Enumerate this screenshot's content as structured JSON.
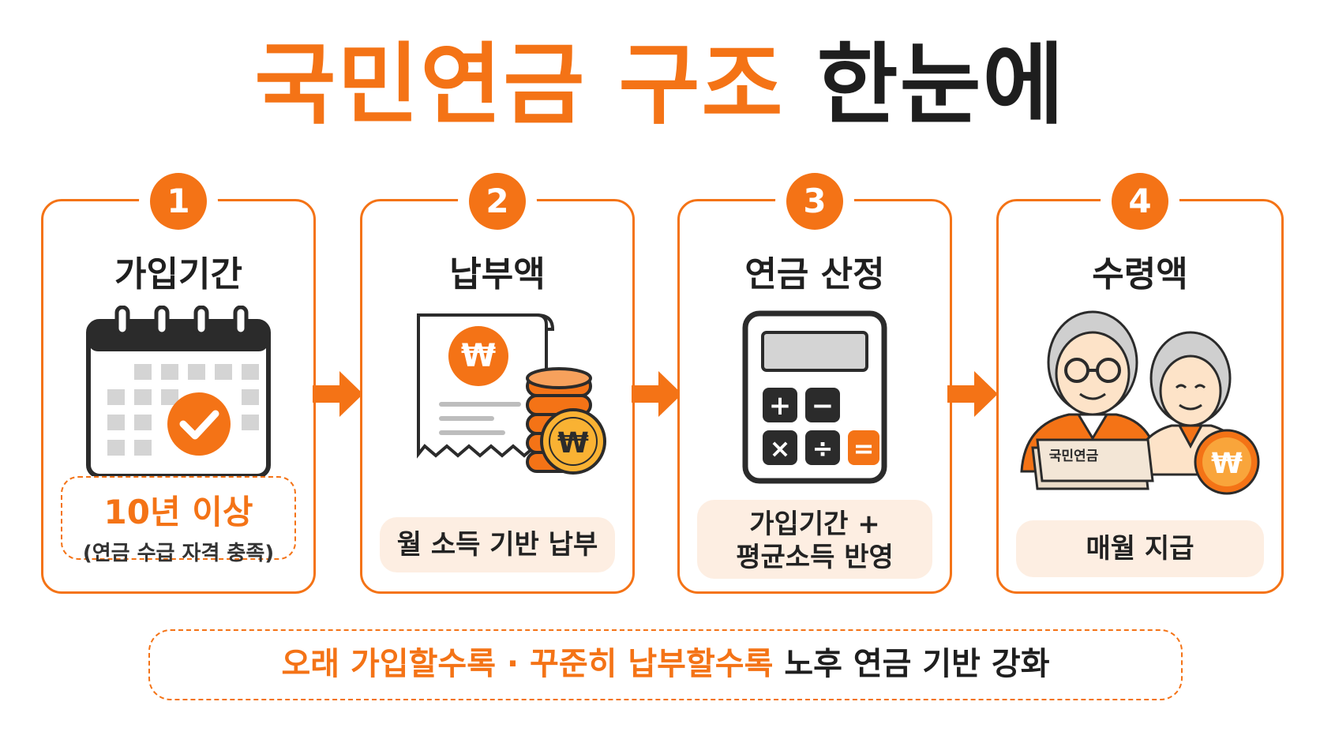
{
  "title": {
    "accent": "국민연금 구조",
    "dark": "한눈에"
  },
  "steps": [
    {
      "number": "1",
      "title": "가입기간",
      "highlight": "10년 이상",
      "note": "(연금 수급 자격 충족)"
    },
    {
      "number": "2",
      "title": "납부액",
      "label": "월 소득 기반 납부",
      "coin_symbol": "₩"
    },
    {
      "number": "3",
      "title": "연금 산정",
      "label_line1": "가입기간 +",
      "label_line2": "평균소득 반영",
      "keys": {
        "plus": "+",
        "minus": "−",
        "times": "×",
        "divide": "÷",
        "equals": "="
      }
    },
    {
      "number": "4",
      "title": "수령액",
      "book_text": "국민연금",
      "label": "매월 지급",
      "coin_symbol": "₩"
    }
  ],
  "footer": {
    "accent": "오래 가입할수록 · 꾸준히 납부할수록",
    "dark": "노후 연금 기반 강화"
  },
  "colors": {
    "accent": "#f47316",
    "light": "#fdeee2",
    "dark": "#1e1e1e"
  },
  "icons": [
    "calendar-check-icon",
    "receipt-coins-icon",
    "calculator-icon",
    "elderly-couple-icon",
    "arrow-right-icon"
  ]
}
